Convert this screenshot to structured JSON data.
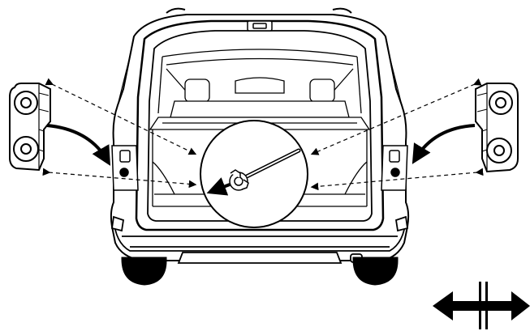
{
  "diagram": {
    "subject": "vehicle-rear-with-open-tailgate",
    "parts": [
      "rear-combination-lamp-left",
      "rear-combination-lamp-right",
      "lamp-bolt-detail-inset",
      "direction-symbol"
    ],
    "colors": {
      "line": "#000000",
      "fill": "#ffffff",
      "shade": "#dcdcdc"
    }
  }
}
